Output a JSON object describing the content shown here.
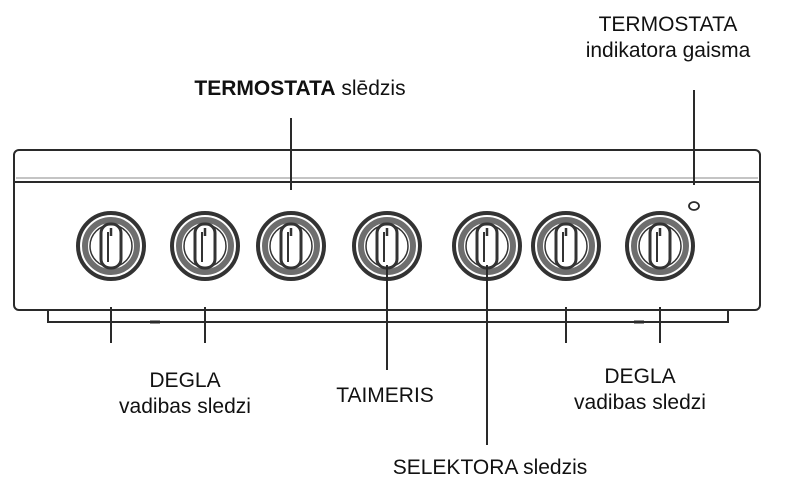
{
  "labels": {
    "thermostat_light_line1": "TERMOSTATA",
    "thermostat_light_line2": "indikatora gaisma",
    "thermostat_switch_bold": "TERMOSTATA",
    "thermostat_switch_rest": "slēdzis",
    "burner_left_line1": "DEGLA",
    "burner_left_line2": "vadibas sledzi",
    "timer": "TAIMERIS",
    "burner_right_line1": "DEGLA",
    "burner_right_line2": "vadibas sledzi",
    "selector": "SELEKTORA sledzis"
  },
  "knobs": [
    {
      "id": "burner-1"
    },
    {
      "id": "burner-2"
    },
    {
      "id": "thermostat"
    },
    {
      "id": "timer"
    },
    {
      "id": "selector"
    },
    {
      "id": "burner-3"
    },
    {
      "id": "burner-4"
    }
  ],
  "colors": {
    "line": "#2a2a2a",
    "knob_outer": "#333333",
    "knob_inner": "#6e6e6e",
    "knob_grip": "#ffffff"
  }
}
